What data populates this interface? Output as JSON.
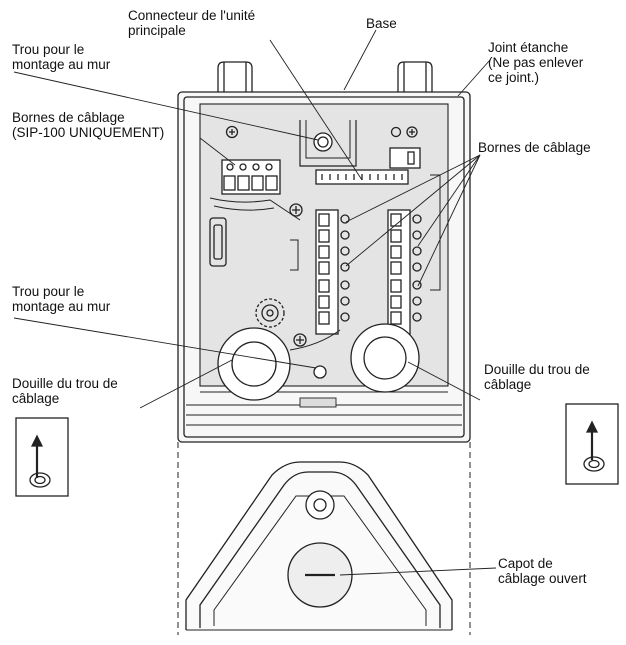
{
  "labels": {
    "connecteur": "Connecteur de l'unité\nprincipale",
    "base": "Base",
    "trou_mur_top": "Trou pour le\nmontage au mur",
    "joint": "Joint étanche\n(Ne pas enlever\nce joint.)",
    "bornes_sip": "Bornes de câblage\n(SIP-100 UNIQUEMENT)",
    "bornes_cablage": "Bornes de câblage",
    "trou_mur_mid": "Trou pour le\nmontage au mur",
    "douille_left": "Douille du trou de\ncâblage",
    "douille_right": "Douille du trou de\ncâblage",
    "capot": "Capot de\ncâblage ouvert"
  }
}
